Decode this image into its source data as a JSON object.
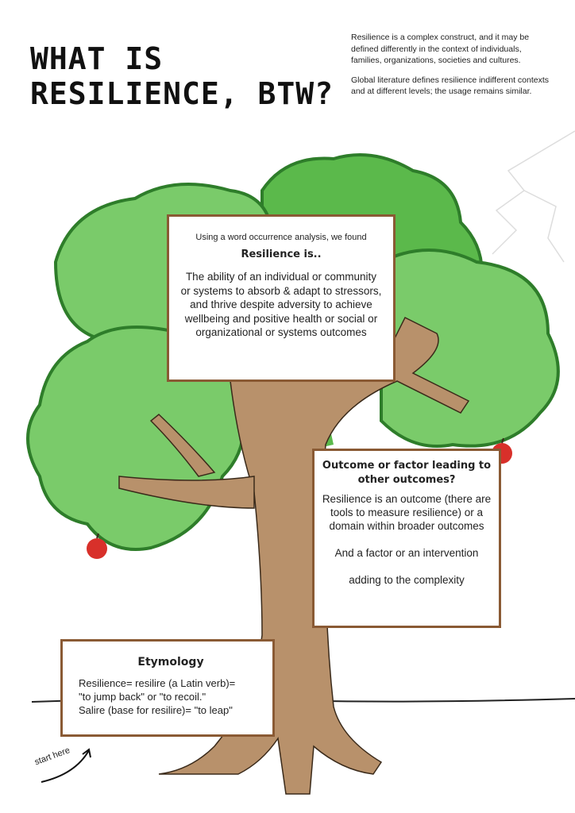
{
  "title": "WHAT IS RESILIENCE, BTW?",
  "intro": {
    "p1": "Resilience is a complex construct, and it may be defined differently in the context of individuals, families, organizations, societies and cultures.",
    "p2": "Global literature defines resilience indifferent contexts and at different levels; the usage remains similar."
  },
  "definition_box": {
    "lead": "Using a word occurrence analysis, we found",
    "heading": "Resilience is..",
    "body": "The ability of an individual or community or systems to absorb & adapt to stressors, and thrive despite adversity to achieve wellbeing and positive health or social or organizational or systems outcomes"
  },
  "outcome_box": {
    "heading": "Outcome or factor leading to other outcomes?",
    "p1": "Resilience is an outcome (there are tools to measure resilience) or a domain within broader outcomes",
    "p2": "And a factor or an intervention",
    "p3": "adding to the complexity"
  },
  "etymology_box": {
    "heading": "Etymology",
    "line1": "Resilience= resilire (a Latin verb)=",
    "line2": "\"to jump back\" or \"to recoil.\"",
    "line3": "Salire (base for resilire)= \"to leap\""
  },
  "start_label": "start here",
  "colors": {
    "trunk": "#b8916b",
    "leaf_light": "#7acb6a",
    "leaf_mid": "#5bb94b",
    "outline": "#2e7d2a",
    "box_border": "#8a5a34",
    "apple": "#d8302a"
  }
}
